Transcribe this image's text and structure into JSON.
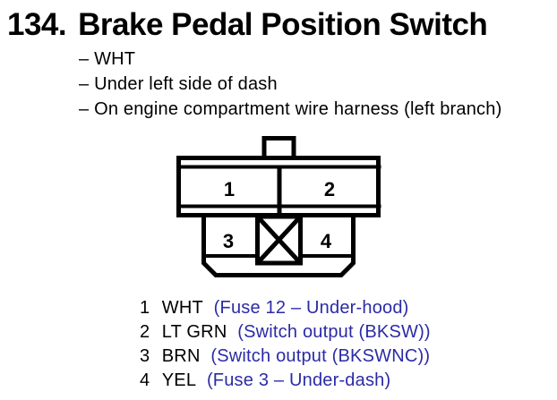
{
  "title": {
    "number": "134.",
    "text": "Brake Pedal Position Switch"
  },
  "notes": [
    "– WHT",
    "– Under left side of dash",
    "– On engine compartment wire harness (left branch)"
  ],
  "connector": {
    "cavities": [
      "1",
      "2",
      "3",
      "4"
    ],
    "blocked_cavity_icon": "x-cross",
    "stroke_color": "#000000"
  },
  "pins": [
    {
      "pin": "1",
      "wire_color": "WHT",
      "note": "(Fuse 12 – Under-hood)"
    },
    {
      "pin": "2",
      "wire_color": "LT GRN",
      "note": "(Switch output (BKSW))"
    },
    {
      "pin": "3",
      "wire_color": "BRN",
      "note": "(Switch output (BKSWNC))"
    },
    {
      "pin": "4",
      "wire_color": "YEL",
      "note": "(Fuse 3 – Under-dash)"
    }
  ],
  "colors": {
    "text": "#000000",
    "note_blue": "#2b2ba6",
    "background": "#ffffff",
    "diagram_stroke": "#000000"
  }
}
